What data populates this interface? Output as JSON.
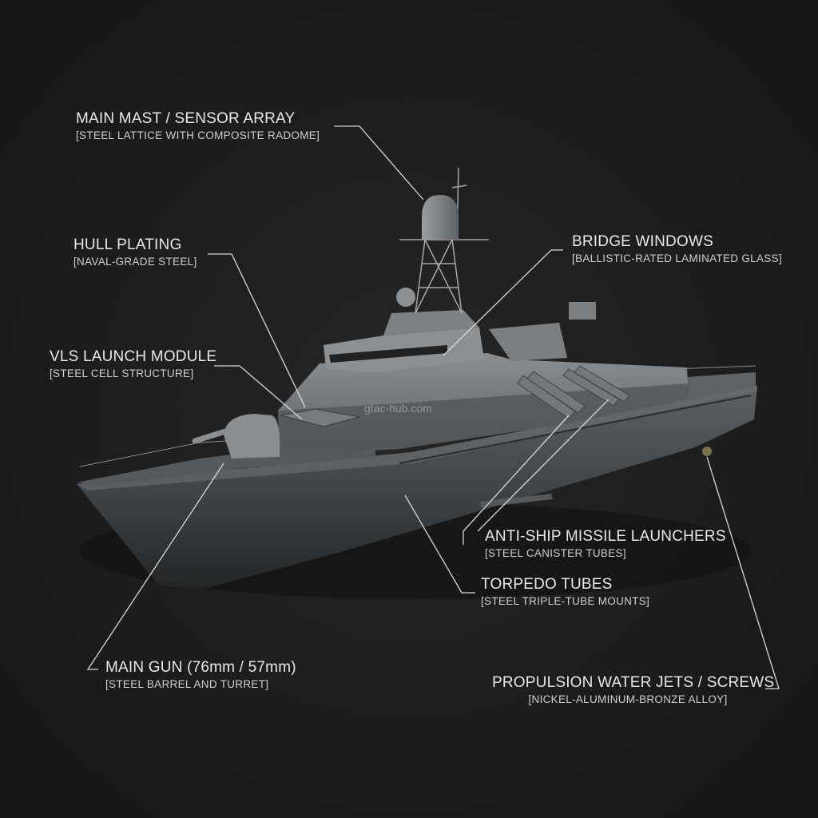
{
  "watermark": "gtac-hub.com",
  "callouts": {
    "mast": {
      "title": "MAIN MAST / SENSOR ARRAY",
      "sub": "[STEEL LATTICE WITH COMPOSITE RADOME]"
    },
    "hull": {
      "title": "HULL PLATING",
      "sub": "[NAVAL-GRADE STEEL]"
    },
    "vls": {
      "title": "VLS LAUNCH MODULE",
      "sub": "[STEEL CELL STRUCTURE]"
    },
    "bridge": {
      "title": "BRIDGE WINDOWS",
      "sub": "[BALLISTIC-RATED LAMINATED GLASS]"
    },
    "missiles": {
      "title": "ANTI-SHIP MISSILE LAUNCHERS",
      "sub": "[STEEL CANISTER TUBES]"
    },
    "torpedo": {
      "title": "TORPEDO TUBES",
      "sub": "[STEEL TRIPLE-TUBE MOUNTS]"
    },
    "gun": {
      "title": "MAIN GUN (76mm / 57mm)",
      "sub": "[STEEL BARREL AND TURRET]"
    },
    "propulsion": {
      "title": "PROPULSION WATER JETS / SCREWS",
      "sub": "[NICKEL-ALUMINUM-BRONZE ALLOY]"
    }
  }
}
